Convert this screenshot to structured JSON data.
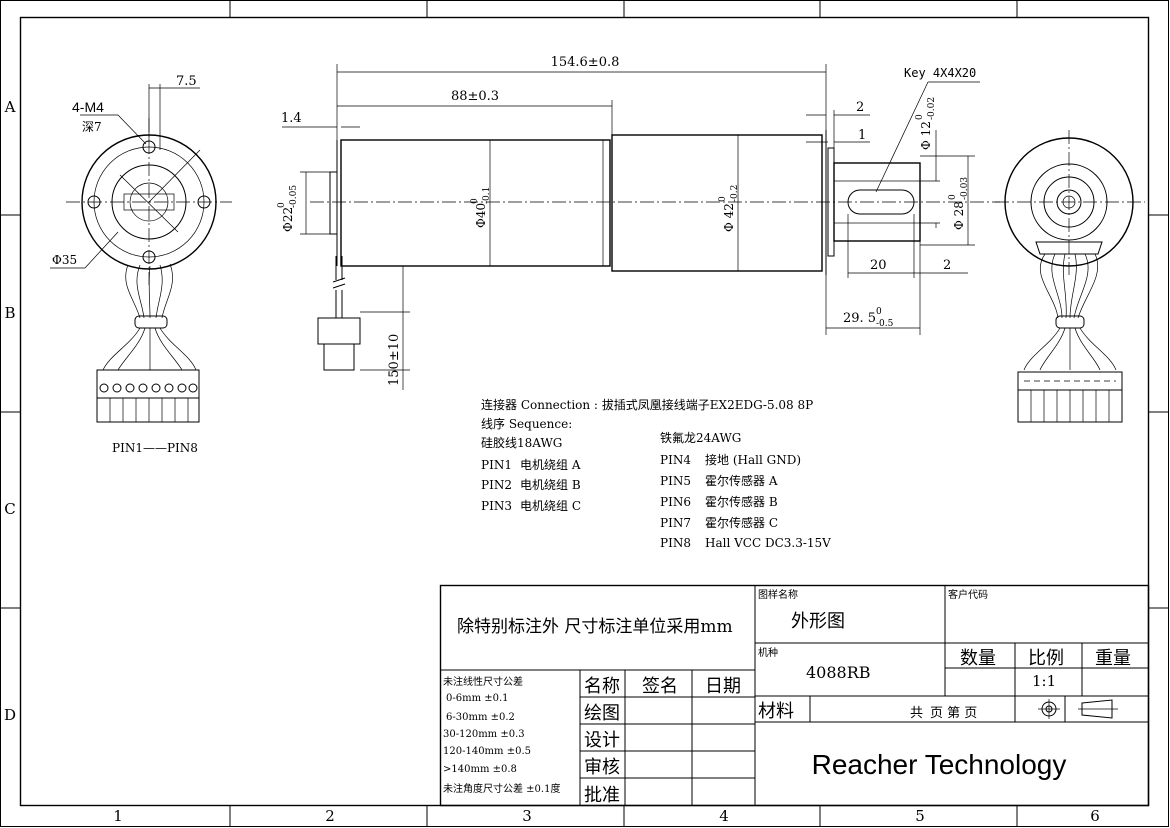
{
  "frame": {
    "columns": [
      "1",
      "2",
      "3",
      "4",
      "5",
      "6"
    ],
    "rows": [
      "A",
      "B",
      "C",
      "D"
    ]
  },
  "dims": {
    "overall_length": "154.6±0.8",
    "body_length": "88±0.3",
    "flange": "1.4",
    "shaft_step": "2",
    "shaft_collar": "1",
    "key": "Key 4X4X20",
    "shaft_dia_top": "Φ 12",
    "shaft_dia_top_tol": "-0.02",
    "motor_dia": "Φ40",
    "motor_dia_tol": "-0.1",
    "gear_dia": "Φ 42",
    "gear_dia_tol": "-0.2",
    "hub_dia": "Φ 28",
    "hub_dia_tol": "-0.03",
    "rear_dia": "Φ22",
    "rear_dia_tol": "-0.05",
    "key_length": "20",
    "key_offset": "2",
    "shaft_length": "29. 5",
    "shaft_length_tol": "-0.5",
    "tol_zero": "0",
    "cable_length": "150±10",
    "holes": "4-M4",
    "hole_depth": "深7",
    "hole_offset": "7.5",
    "pcd": "Φ35",
    "pin_range": "PIN1——PIN8"
  },
  "notes": {
    "connector": "连接器 Connection : 拔插式凤凰接线端子EX2EDG-5.08  8P",
    "sequence": "线序 Sequence:",
    "left_header": "硅胶线18AWG",
    "right_header": "铁氟龙24AWG",
    "left_pins": [
      {
        "pin": "PIN1",
        "desc": "电机绕组 A"
      },
      {
        "pin": "PIN2",
        "desc": "电机绕组 B"
      },
      {
        "pin": "PIN3",
        "desc": "电机绕组 C"
      }
    ],
    "right_pins": [
      {
        "pin": "PIN4",
        "desc": "接地  (Hall GND)"
      },
      {
        "pin": "PIN5",
        "desc": "霍尔传感器 A"
      },
      {
        "pin": "PIN6",
        "desc": "霍尔传感器 B"
      },
      {
        "pin": "PIN7",
        "desc": "霍尔传感器 C"
      },
      {
        "pin": "PIN8",
        "desc": "Hall VCC DC3.3-15V"
      }
    ]
  },
  "title_block": {
    "unit_note": "除特别标注外 尺寸标注单位采用mm",
    "tol_title": "未注线性尺寸公差",
    "tolerances": [
      "0-6mm  ±0.1",
      "6-30mm ±0.2",
      "30-120mm   ±0.3",
      "120-140mm   ±0.5",
      ">140mm     ±0.8"
    ],
    "angle_tol": "未注角度尺寸公差 ±0.1度",
    "col_name": "名称",
    "col_sign": "签名",
    "col_date": "日期",
    "roles": [
      "绘图",
      "设计",
      "审核",
      "批准"
    ],
    "drawing_name_label": "图样名称",
    "drawing_name": "外形图",
    "customer_code_label": "客户代码",
    "model_label": "机种",
    "model": "4088RB",
    "qty_label": "数量",
    "scale_label": "比例",
    "weight_label": "重量",
    "scale": "1:1",
    "material_label": "材料",
    "total": "共",
    "pages": "页 第  页",
    "company": "Reacher Technology"
  }
}
